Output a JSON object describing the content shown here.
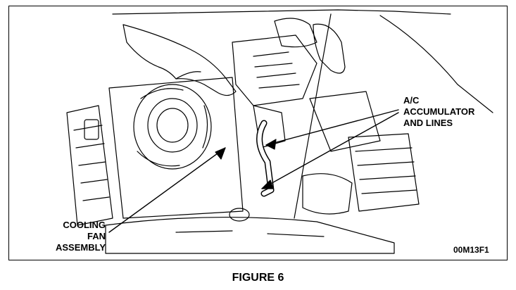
{
  "figure": {
    "caption": "FIGURE 6",
    "code": "00M13F1",
    "callouts": {
      "ac_accumulator": "A/C\nACCUMULATOR\nAND LINES",
      "cooling_fan": "COOLING\nFAN ASSEMBLY"
    }
  },
  "colors": {
    "line": "#000000",
    "background": "#ffffff"
  }
}
